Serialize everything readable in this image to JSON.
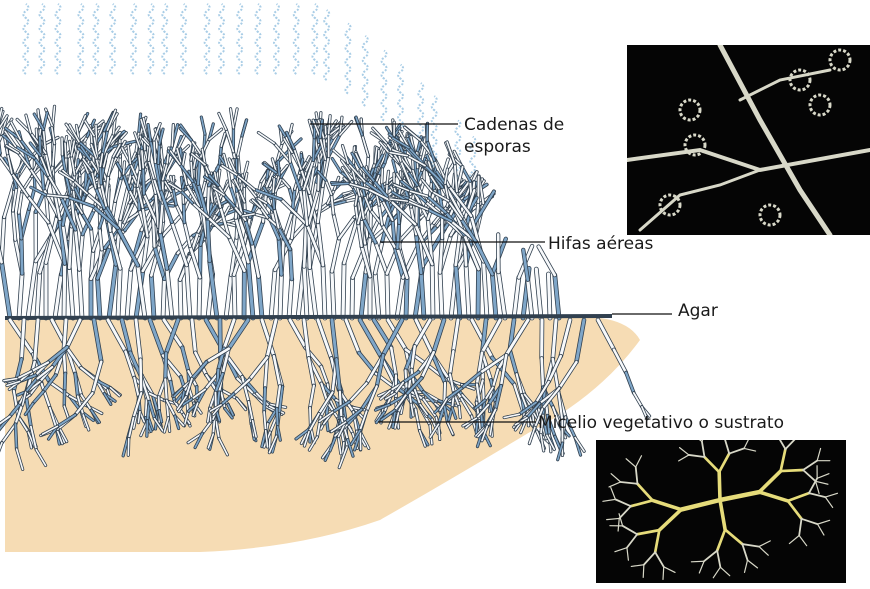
{
  "labels": {
    "spore_chains": "Cadenas de esporas",
    "aerial_hyphae": "Hifas aéreas",
    "agar": "Agar",
    "substrate_mycelium": "Micelio vegetativo o sustrato"
  },
  "colors": {
    "agar_fill": "#f6dcb4",
    "hypha_fill": "#f7f9fb",
    "hypha_stroke": "#31404f",
    "hypha_shade": "#7fa6c8",
    "spore_color": "#a9cde6",
    "photo_background": "#050505",
    "photo_hypha": "#d8d8c8",
    "photo_substrate_hypha": "#e6dc7a"
  },
  "icons": {
    "spore_photo": "micrograph-aerial-hyphae-spore-chains",
    "substrate_photo": "micrograph-substrate-mycelium"
  }
}
